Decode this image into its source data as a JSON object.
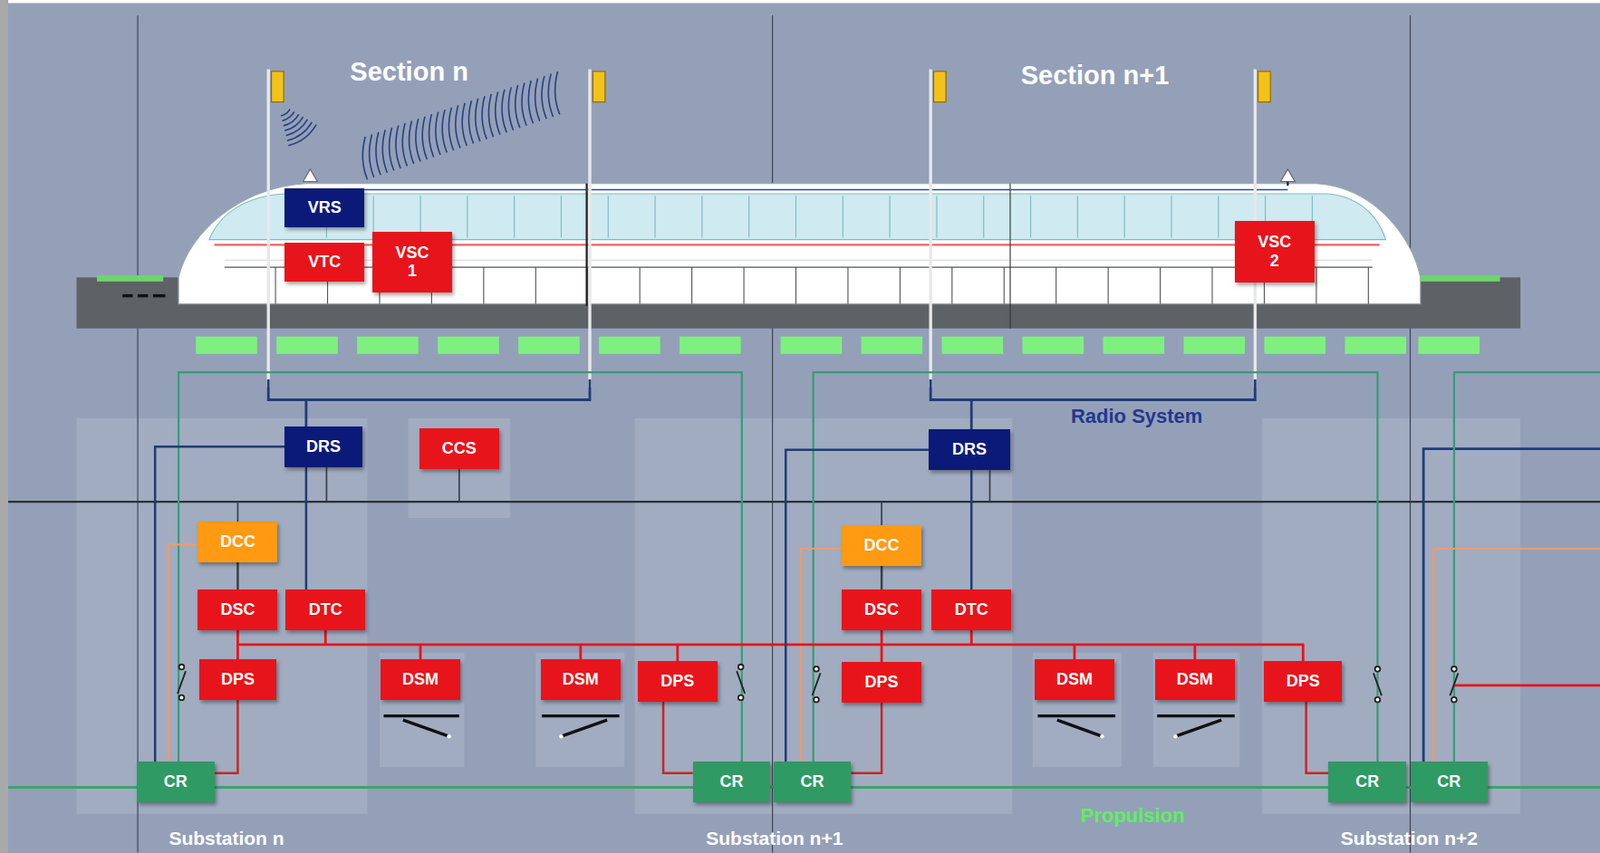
{
  "diagram": {
    "nodes": [
      {
        "text": [
          "VRS"
        ]
      },
      {
        "text": [
          "VTC"
        ]
      },
      {
        "text": [
          "VSC 1"
        ]
      },
      {
        "text": [
          "VSC 2"
        ]
      },
      {
        "text": [
          "DRS"
        ]
      },
      {
        "text": [
          "CCS"
        ]
      },
      {
        "text": [
          "DCC"
        ]
      },
      {
        "text": [
          "DSC"
        ]
      },
      {
        "text": [
          "DTC"
        ]
      },
      {
        "text": [
          "DPS"
        ]
      },
      {
        "text": [
          "DSM"
        ]
      },
      {
        "text": [
          "DSM"
        ]
      },
      {
        "text": [
          "DPS"
        ]
      },
      {
        "text": [
          "DRS"
        ]
      },
      {
        "text": [
          "DCC"
        ]
      },
      {
        "text": [
          "DSC"
        ]
      },
      {
        "text": [
          "DTC"
        ]
      },
      {
        "text": [
          "DPS"
        ]
      },
      {
        "text": [
          "DSM"
        ]
      },
      {
        "text": [
          "DSM"
        ]
      },
      {
        "text": [
          "DPS"
        ]
      },
      {
        "text": [
          "CR"
        ]
      },
      {
        "text": [
          "CR"
        ]
      },
      {
        "text": [
          "CR"
        ]
      },
      {
        "text": [
          "CR"
        ]
      },
      {
        "text": [
          "CR"
        ]
      }
    ],
    "edges": [
      {
        "from": 4,
        "to": 8,
        "arrow": "none"
      },
      {
        "from": 13,
        "to": 16,
        "arrow": "none"
      },
      {
        "from": 6,
        "to": 7,
        "arrow": "none"
      },
      {
        "from": 14,
        "to": 15,
        "arrow": "none"
      },
      {
        "from": 4,
        "to": 21,
        "arrow": "none"
      },
      {
        "from": 13,
        "to": 23,
        "arrow": "none"
      },
      {
        "from": 9,
        "to": 21,
        "arrow": "none"
      },
      {
        "from": 12,
        "to": 22,
        "arrow": "none"
      },
      {
        "from": 17,
        "to": 23,
        "arrow": "none"
      },
      {
        "from": 20,
        "to": 24,
        "arrow": "none"
      }
    ],
    "labels": [
      "Section n",
      "Section n+1",
      "Radio System",
      "Propulsion",
      "Substation n",
      "Substation n+1",
      "Substation n+2"
    ]
  }
}
